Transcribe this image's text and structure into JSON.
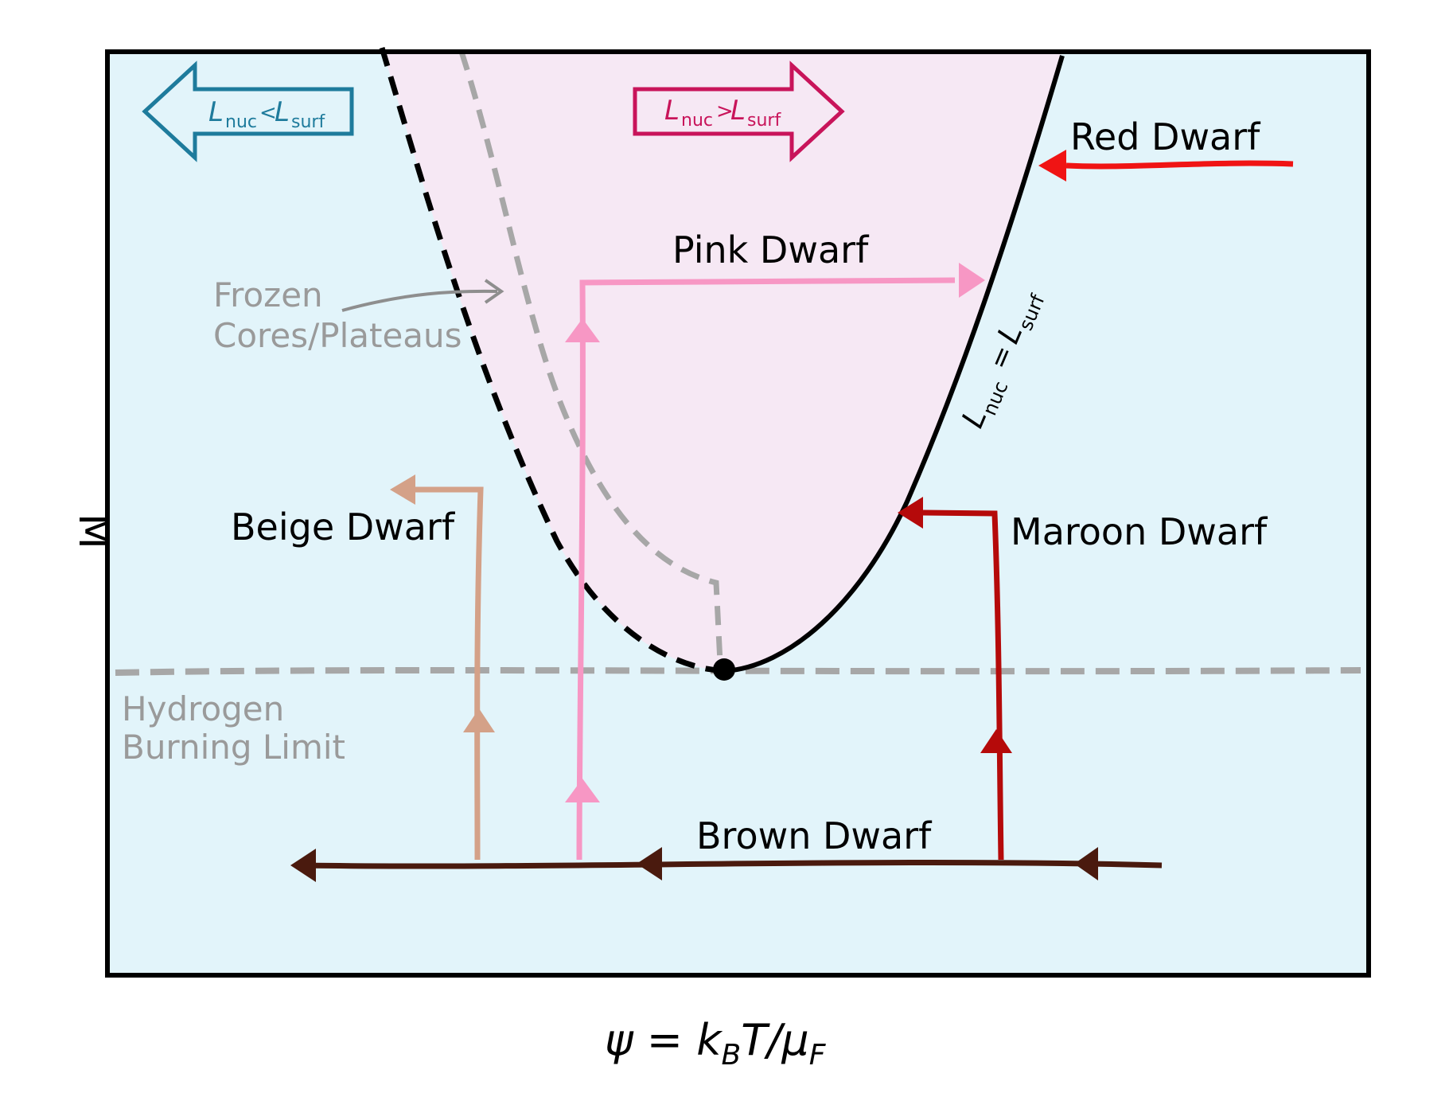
{
  "axes": {
    "ylabel": "M",
    "xlabel": "ψ = k",
    "xlabel_sub": "B",
    "xlabel_mid": "T/μ",
    "xlabel_sub2": "F"
  },
  "arrows": {
    "left_L": "L",
    "left_nuc": "nuc",
    "left_rel": "<",
    "left_L2": "L",
    "left_surf": "surf",
    "right_L": "L",
    "right_nuc": "nuc",
    "right_rel": ">",
    "right_L2": "L",
    "right_surf": "surf"
  },
  "boundary": {
    "L": "L",
    "nuc": "nuc",
    "eq": "=",
    "L2": "L",
    "surf": "surf"
  },
  "labels": {
    "red_dwarf": "Red Dwarf",
    "pink_dwarf": "Pink Dwarf",
    "frozen_line1": "Frozen",
    "frozen_line2": "Cores/Plateaus",
    "beige_dwarf": "Beige Dwarf",
    "maroon_dwarf": "Maroon Dwarf",
    "hydrogen_line1": "Hydrogen",
    "hydrogen_line2": "Burning Limit",
    "brown_dwarf": "Brown Dwarf"
  },
  "colors": {
    "background_region": "#e2f4fa",
    "burning_region": "#f6e8f4",
    "red": "#f01414",
    "pink": "#f797c4",
    "beige": "#d4a188",
    "maroon": "#b50a0a",
    "brown": "#4a1a0e",
    "gray": "#a7a7a7",
    "teal": "#1e7b9c",
    "crimson": "#c8145a"
  }
}
